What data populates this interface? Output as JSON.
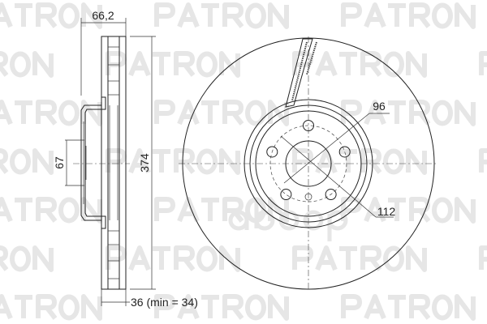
{
  "watermark": {
    "text": "PATRON",
    "secondary": "aboop",
    "color": "#e6e6e6"
  },
  "dimensions": {
    "hub_offset": "66,2",
    "center_bore": "67",
    "outer_diameter": "374",
    "thickness": "36 (min = 34)",
    "hub_ring": "96",
    "bolt_circle": "112"
  },
  "bolt_holes": 5
}
